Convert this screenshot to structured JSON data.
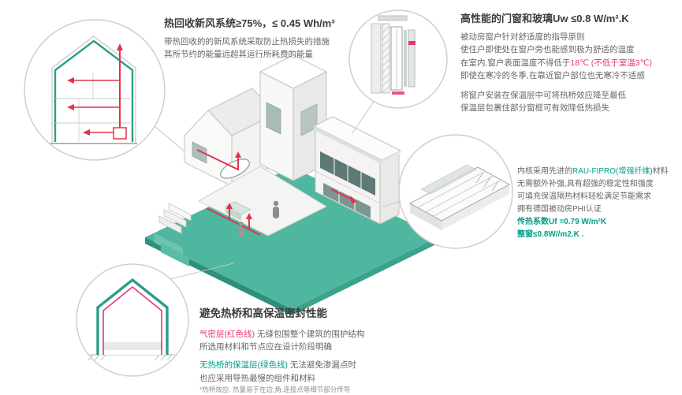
{
  "colors": {
    "teal_accent": "#00A08A",
    "pink_accent": "#E5347A",
    "duct_red": "#E2334C",
    "ground_teal": "#4FB7A0"
  },
  "blocks": {
    "ventilation": {
      "title": "热回收新风系统≥75%，≤ 0.45 Wh/m³",
      "line1": "带热回收的的新风系统采取防止热损失的措施",
      "line2": "其所节约的能量远超其运行所耗费的能量"
    },
    "windows": {
      "title": "高性能的门窗和玻璃Uw ≤0.8 W/m².K",
      "p1_line1": "被动房窗户针对舒适度的指导原则",
      "p1_line2": "使住户即使处在窗户旁也能感到极为舒适的温度",
      "p1_line3_prefix": "在室内,窗户表面温度不得低于",
      "p1_line3_highlight": "18℃ (不低于室温3℃)",
      "p1_line4": "即使在寒冷的冬季,在靠近窗户部位也无寒冷不适感",
      "p2_line1": "将窗户安装在保温层中可将热桥效应降至最低",
      "p2_line2": "保温层包裹住部分窗框可有效降低热损失"
    },
    "frame_material": {
      "line1_prefix": "内核采用先进的",
      "line1_highlight": "RAU-FIPRO(增强纤维)",
      "line1_suffix": "材料",
      "line2": "无需额外补强,具有超强的稳定性和强度",
      "line3": "可填充保温隔热材料轻松满足节能需求",
      "line4": "拥有德国被动房PHI认证",
      "line5": "传热系数Uf =0.79 W/m²K",
      "line6": "整窗≤0.8W//m2.K ."
    },
    "thermal_bridge": {
      "title": "避免热桥和高保温密封性能",
      "red_label": "气密层(红色线)",
      "red_line1_rest": " 无缝包围整个建筑的围护结构",
      "red_line2": "所选用材料和节点应在设计阶段明确",
      "green_label": "无热桥的保温层(绿色线)",
      "green_line1_rest": " 无法避免渗漏点时",
      "green_line2": "也应采用导热最慢的组件和材料",
      "footnote": "*热桥效应: 热量易于在边,角,连接点等细节部分传导"
    }
  }
}
